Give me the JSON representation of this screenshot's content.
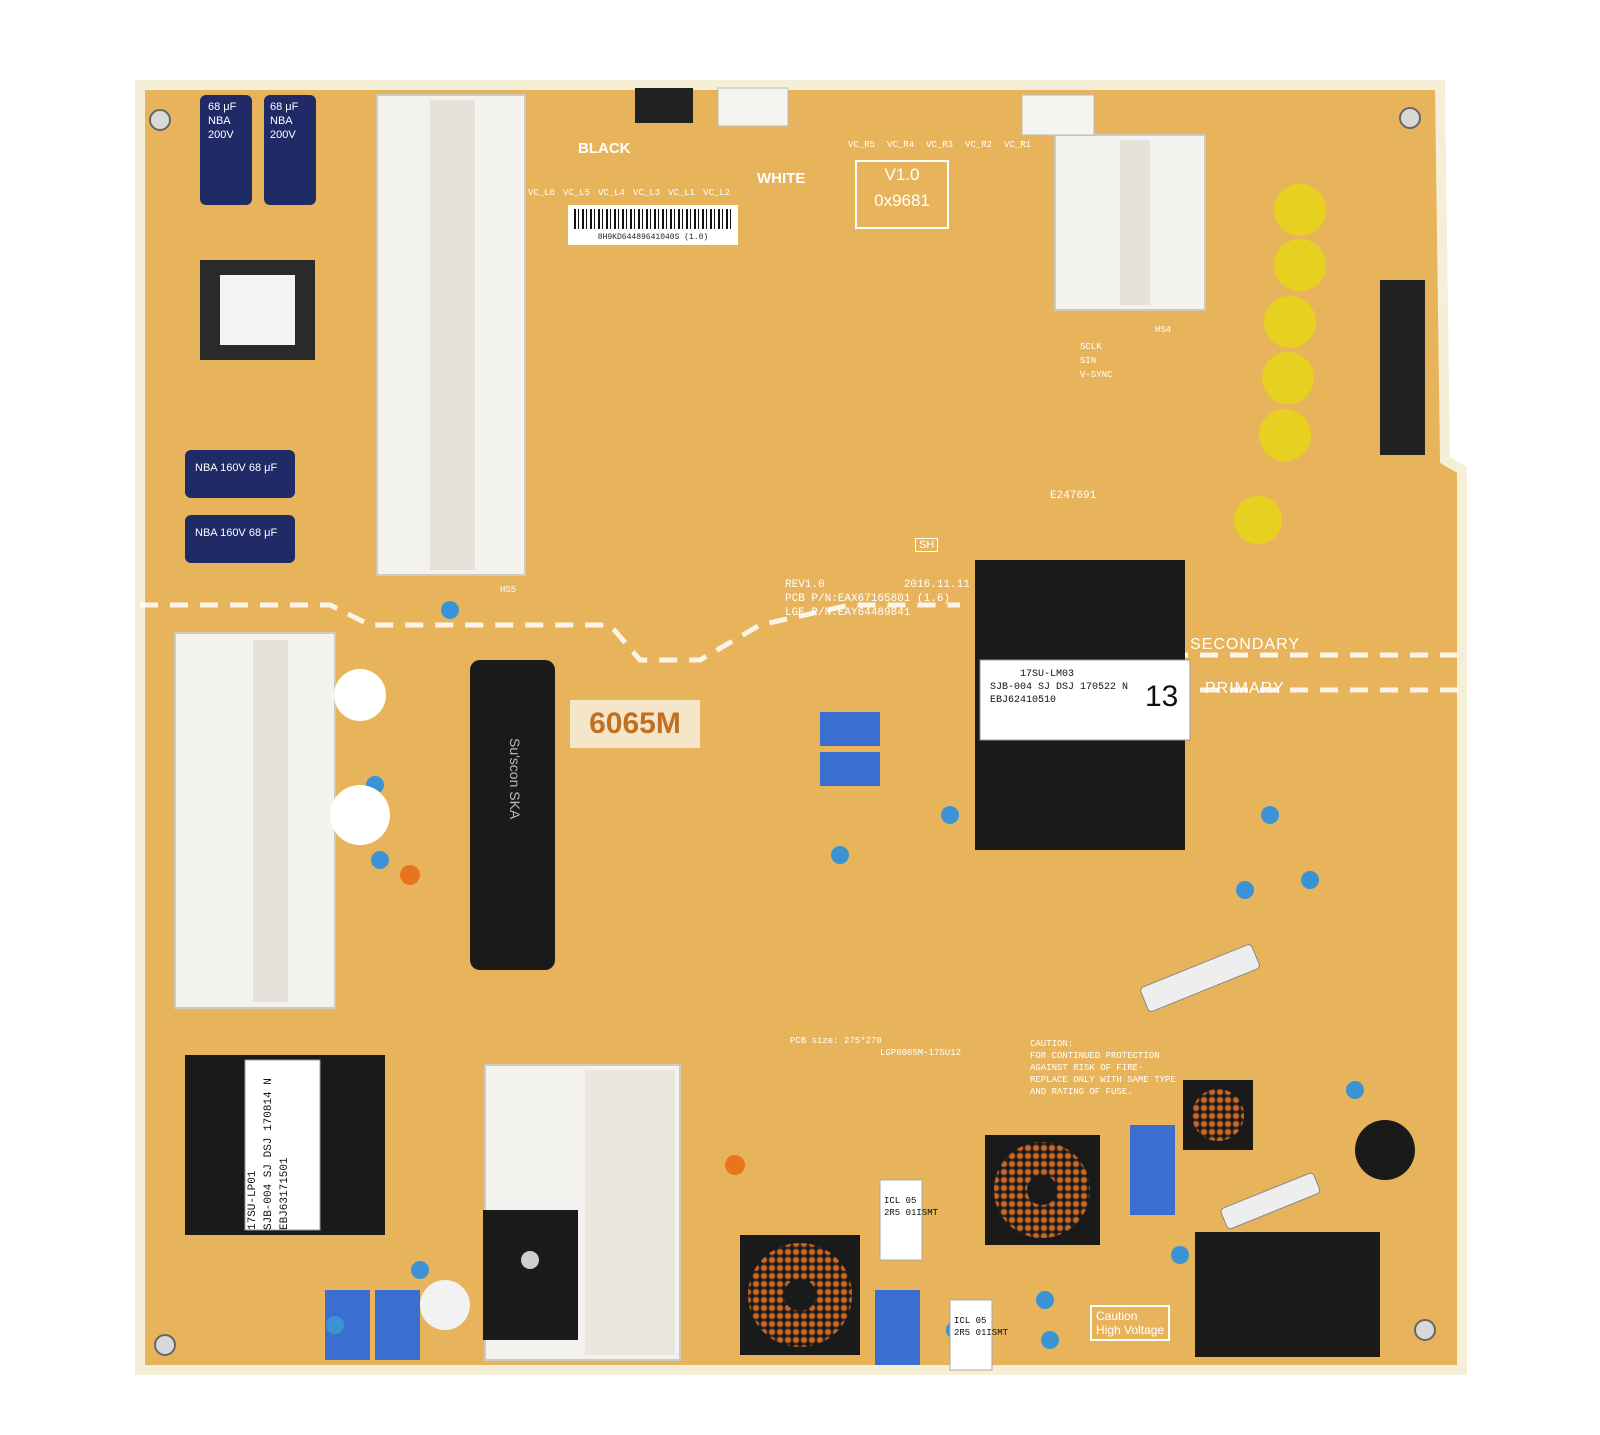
{
  "colors": {
    "board": "#e7b45c",
    "board_edge": "#f3ecd5",
    "board_dark": "#d59a3e",
    "heatsink": "#f4f2ee",
    "silk": "#ffffff",
    "cap_blue": "#1f2a66",
    "cap_yellow": "#e8d020",
    "film_cap": "#3a6fd0",
    "ceramic": "#3c93d4",
    "copper": "#c06a2e",
    "black": "#1a1a1a"
  },
  "board": {
    "black_label": "BLACK",
    "white_label": "WHITE",
    "version": "V1.0",
    "code": "0x9681",
    "barcode_text": "8H9KD64489641040S (1.0)",
    "model_sticker": "6065M",
    "rev": "REV1.0",
    "date": "2016.11.11",
    "pcb_pn": "PCB P/N:EAX67165801 (1.6)",
    "lge_pn": "LGE P/N:EAY64489841",
    "secondary": "SECONDARY",
    "primary": "PRIMARY",
    "ul_number": "E247691",
    "caution_high_voltage": [
      "Caution",
      "High Voltage"
    ],
    "transformer_main": [
      "17SU-LM03",
      "SJB-004 SJ DSJ 170522 N",
      "EBJ62410510"
    ],
    "transformer_main_mark": "13",
    "transformer_lp": [
      "17SU-LP01",
      "SJB-004 SJ DSJ 170814 N",
      "EBJ63171501"
    ],
    "capacitor_nba": [
      "NBA",
      "68 μF",
      "200V"
    ],
    "capacitor_nba_small": [
      "NBA",
      "160V",
      "68 μF"
    ],
    "bulk_cap": "Su'scon SKA",
    "icl_labels": [
      "ICL 05",
      "2R5 01ISMT"
    ],
    "pcb_size": "PCB size: 275*270",
    "pcb_model": "LGP6065M-17SU12",
    "caution_text": [
      "CAUTION:",
      "FOR CONTINUED PROTECTION",
      "AGAINST RISK OF FIRE-",
      "REPLACE ONLY WITH SAME TYPE",
      "AND RATING OF FUSE."
    ],
    "vc_labels": [
      "VC_R5",
      "VC_R4",
      "VC_R3",
      "VC_R2",
      "VC_R1"
    ],
    "vl_labels": [
      "VC_L6",
      "VC_L5",
      "VC_L4",
      "VC_L3",
      "VC_L1",
      "VC_L2"
    ],
    "signals": [
      "SCLK",
      "SIN",
      "V-SYNC"
    ],
    "sh": "SH",
    "hs_labels": [
      "HS5",
      "HS4"
    ]
  }
}
